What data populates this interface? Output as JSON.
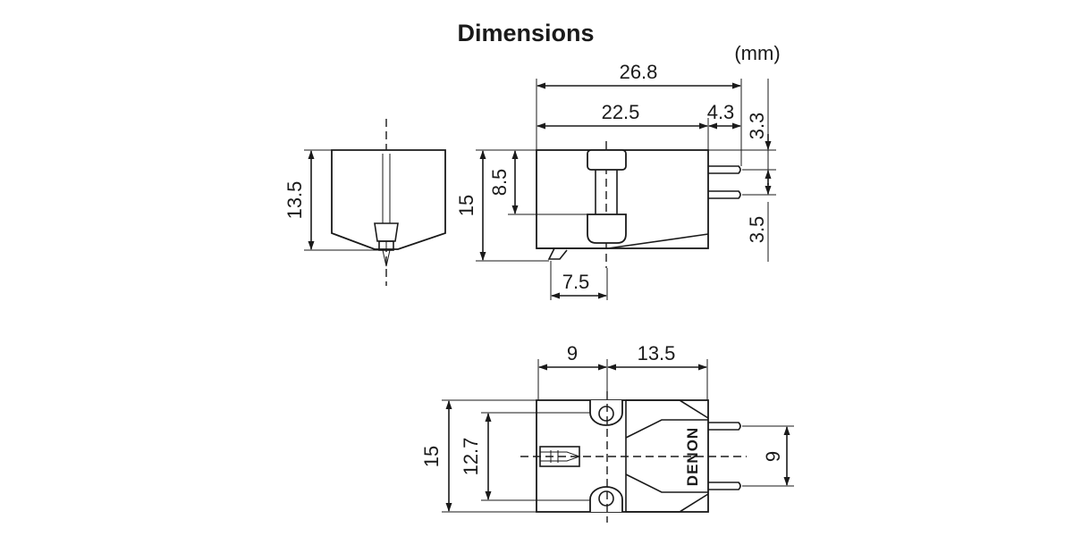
{
  "title": "Dimensions",
  "unit": "(mm)",
  "front_view": {
    "height": "13.5"
  },
  "side_view": {
    "total_length": "26.8",
    "body_length": "22.5",
    "pin_overhang": "4.3",
    "pin_top_offset": "3.3",
    "pin_spacing": "3.5",
    "mount_height": "8.5",
    "total_height": "15",
    "stylus_offset": "7.5"
  },
  "top_view": {
    "front_to_hole": "9",
    "hole_to_rear": "13.5",
    "width": "15",
    "hole_spacing": "12.7",
    "pin_spacing": "9",
    "brand": "DENON"
  }
}
